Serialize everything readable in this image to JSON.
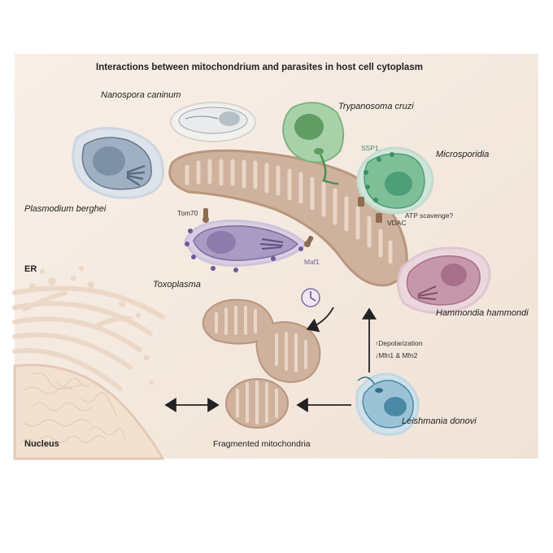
{
  "title": "Interactions between mitochondrium and parasites in host cell cytoplasm",
  "species": {
    "nanospora": "Nanospora caninum",
    "trypanosoma": "Trypanosoma cruzi",
    "microsporidia": "Microsporidia",
    "plasmodium": "Plasmodium berghei",
    "toxoplasma": "Toxoplasma",
    "hammondia": "Hammondia hammondi",
    "leishmania": "Leishmania donovi"
  },
  "proteins": {
    "ssp1": "SSP1",
    "tom70": "Tom70",
    "maf1": "Maf1",
    "vdac": "VDAC"
  },
  "notes": {
    "atp": "ATP scavenge?",
    "depolarization": "Depolarization",
    "mfn": "Mfn1 & Mfn2",
    "fragmented": "Fragmented mitochondria"
  },
  "regions": {
    "er": "ER",
    "nucleus": "Nucleus"
  },
  "colors": {
    "background": "#f6ece3",
    "mitochondrion": "#cfb29d",
    "mito_edge": "#b9967d",
    "trypanosoma": "#6aa86e",
    "microsporidia": "#4e9f78",
    "toxoplasma": "#8c7bab",
    "plasmodium": "#8fa0b5",
    "hammondia": "#a7708a",
    "leishmania": "#4a8aa6",
    "nucleus_line": "#e7cfbc"
  }
}
